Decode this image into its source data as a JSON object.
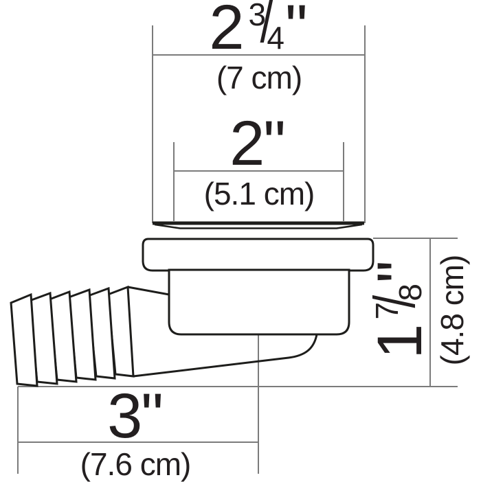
{
  "drawing": {
    "name": "drain-fitting-side-view",
    "type": "technical-dimension-drawing"
  },
  "dimensions": {
    "top_width": {
      "whole": "2",
      "numerator": "3",
      "denominator": "4",
      "unit": "\"",
      "metric": "(7 cm)"
    },
    "inner_width": {
      "value": "2\"",
      "metric": "(5.1 cm)"
    },
    "height": {
      "whole": "1",
      "numerator": "7",
      "denominator": "8",
      "unit": "\"",
      "metric": "(4.8 cm)"
    },
    "bottom_width": {
      "value": "3\"",
      "metric": "(7.6 cm)"
    }
  },
  "symbols": {
    "fraction_slash": "/"
  },
  "colors": {
    "outline": "#1d1d1b",
    "dimension_lines": "#7b7b7b",
    "text": "#231f20",
    "background": "#ffffff"
  }
}
